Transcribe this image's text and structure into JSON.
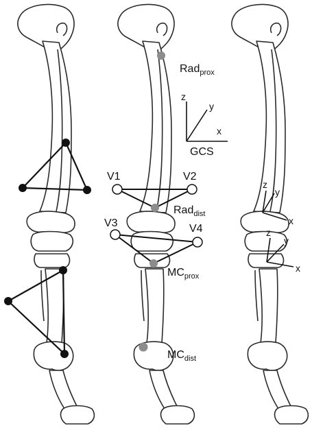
{
  "colors": {
    "bone_outline": "#2a2a2a",
    "bone_fill": "#ffffff",
    "solid_marker": "#111111",
    "grey_marker": "#8c8c8c",
    "virtual_marker_fill": "#ffffff",
    "link_line": "#111111"
  },
  "markers": {
    "rad_prox": {
      "main": "Rad",
      "sub": "prox"
    },
    "rad_dist": {
      "main": "Rad",
      "sub": "dist"
    },
    "mc_prox": {
      "main": "MC",
      "sub": "prox"
    },
    "mc_dist": {
      "main": "MC",
      "sub": "dist"
    }
  },
  "virtual_markers": {
    "v1": "V1",
    "v2": "V2",
    "v3": "V3",
    "v4": "V4"
  },
  "gcs": {
    "label": "GCS",
    "x": "x",
    "y": "y",
    "z": "z"
  },
  "segment_frames": {
    "upper": {
      "x": "x",
      "y": "y",
      "z": "z"
    },
    "lower": {
      "x": "x",
      "y": "y",
      "z": "z"
    }
  }
}
